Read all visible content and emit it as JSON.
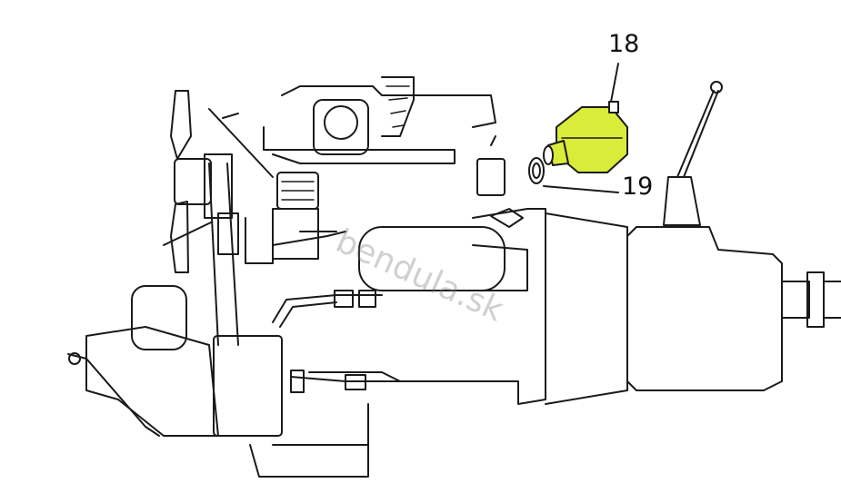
{
  "callouts": {
    "part_18": "18",
    "part_19": "19"
  },
  "watermark": "bendula.sk",
  "colors": {
    "highlight": "#d9ec3a",
    "line": "#1a1a1a"
  }
}
